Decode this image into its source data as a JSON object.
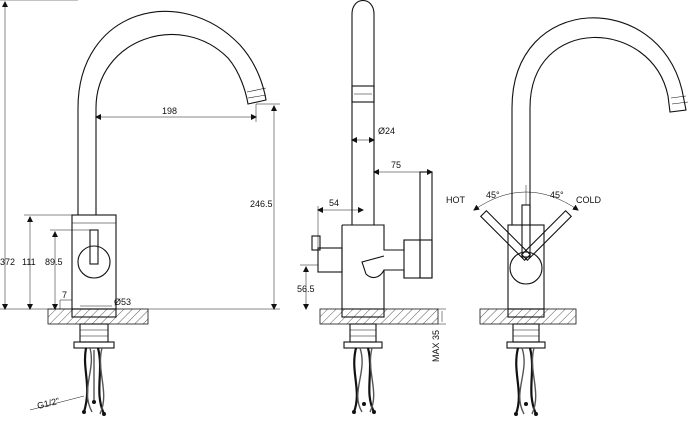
{
  "front_view": {
    "dim_overall_height": "372",
    "dim_body_height": "111",
    "dim_handle_height": "89.5",
    "dim_base_thickness": "7",
    "dim_base_diameter": "Ø53",
    "dim_reach": "198",
    "dim_spout_height": "246.5",
    "thread_label": "G1/2\""
  },
  "side_view": {
    "dim_spout_diameter": "Ø24",
    "dim_handle_reach": "75",
    "dim_body_offset": "54",
    "dim_inlet_height": "56.5",
    "dim_mount_max": "MAX 35"
  },
  "rear_view": {
    "label_hot": "HOT",
    "label_cold": "COLD",
    "angle_hot": "45°",
    "angle_cold": "45°"
  }
}
